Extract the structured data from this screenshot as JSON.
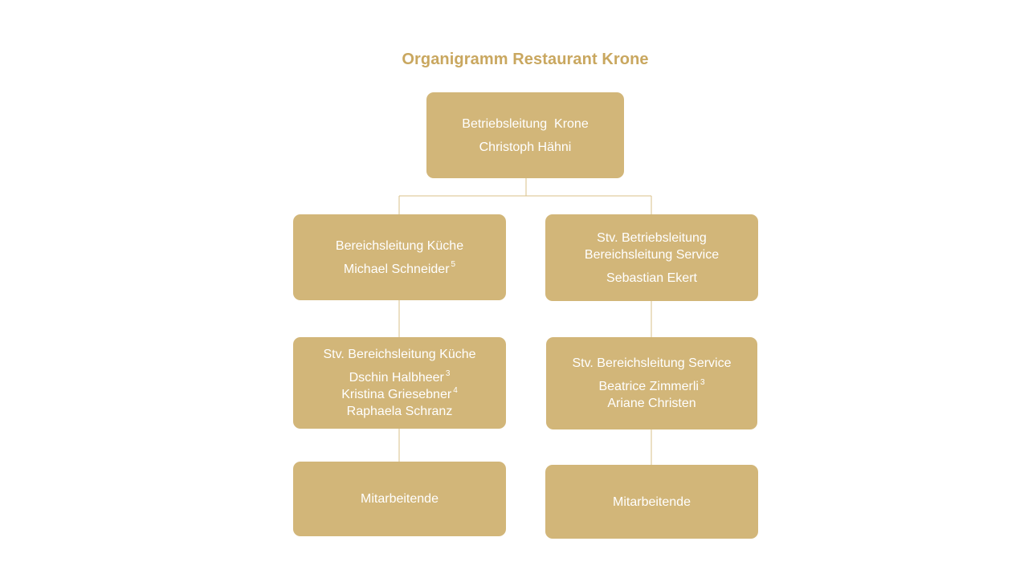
{
  "title": "Organigramm Restaurant Krone",
  "colors": {
    "box_fill": "#D2B679",
    "title_text": "#C9A75F",
    "connector": "#D8C08A",
    "box_text": "#FFFFFF"
  },
  "nodes": {
    "root": {
      "role": "Betriebsleitung  Krone",
      "name": "Christoph Hähni"
    },
    "kitchen_lead": {
      "role": "Bereichsleitung Küche",
      "name": "Michael Schneider",
      "name_sup": "5"
    },
    "service_lead": {
      "role_line1": "Stv. Betriebsleitung",
      "role_line2": "Bereichsleitung Service",
      "name": "Sebastian Ekert"
    },
    "kitchen_deputy": {
      "role": "Stv. Bereichsleitung Küche",
      "people": [
        {
          "name": "Dschin Halbheer",
          "sup": "3"
        },
        {
          "name": "Kristina Griesebner",
          "sup": "4"
        },
        {
          "name": "Raphaela Schranz",
          "sup": ""
        }
      ]
    },
    "service_deputy": {
      "role": "Stv. Bereichsleitung Service",
      "people": [
        {
          "name": "Beatrice Zimmerli",
          "sup": "3"
        },
        {
          "name": "Ariane Christen",
          "sup": ""
        }
      ]
    },
    "kitchen_staff": {
      "label": "Mitarbeitende"
    },
    "service_staff": {
      "label": "Mitarbeitende"
    }
  }
}
